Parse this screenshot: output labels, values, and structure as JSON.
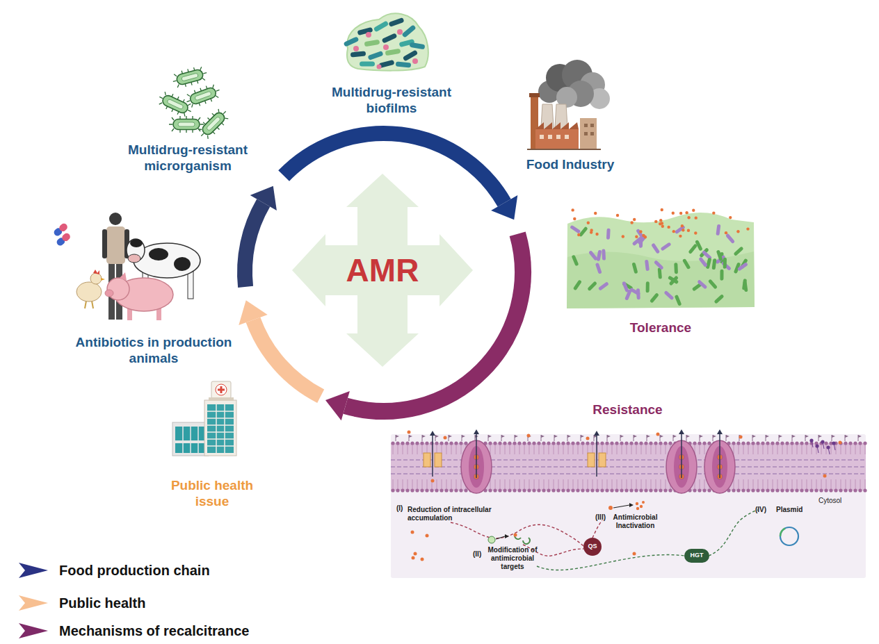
{
  "diagram": {
    "nodes": [
      {
        "text": [
          "AMR"
        ]
      },
      {
        "text": [
          "Tolerance"
        ]
      },
      {
        "text": [
          "Resistance"
        ]
      },
      {
        "text": [
          "QS"
        ],
        "in": 2
      },
      {
        "text": [
          "HGT"
        ],
        "in": 2
      }
    ],
    "labels": [
      "Multidrug-resistant biofilms",
      "Food Industry",
      "Multidrug-resistant microrganism",
      "Antibiotics in production animals",
      "Public health issue",
      "(I)",
      "Reduction of intracellular accumulation",
      "(II)",
      "Modification of antimicrobial targets",
      "(III)",
      "Antimicrobial Inactivation",
      "(IV)",
      "Plasmid",
      "Cytosol"
    ],
    "legend": [
      {
        "text": "Food production chain",
        "color": "#2b3384"
      },
      {
        "text": "Public health",
        "color": "#f7bf91"
      },
      {
        "text": "Mechanisms of recalcitrance",
        "color": "#7e2a67"
      }
    ]
  }
}
